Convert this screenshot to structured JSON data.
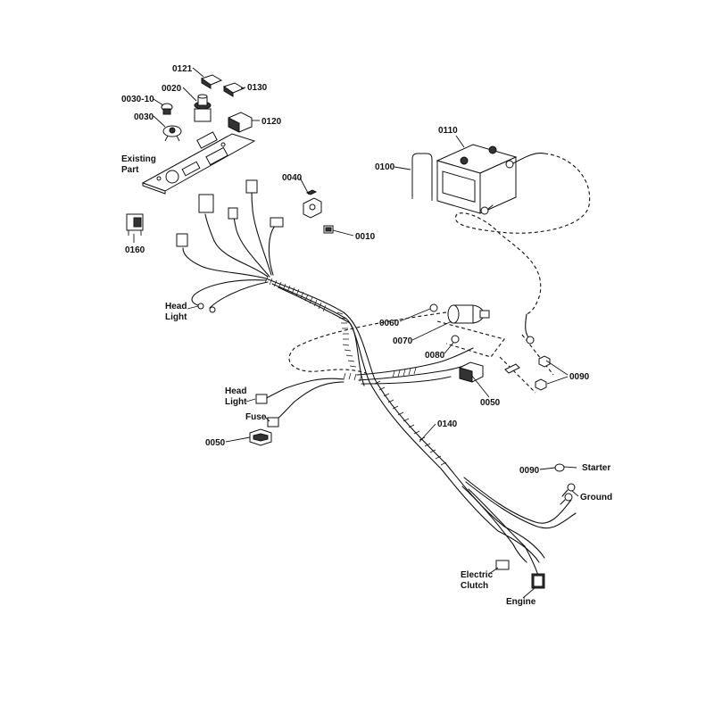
{
  "labels": {
    "p0121": "0121",
    "p0020": "0020",
    "p0130": "0130",
    "p0030_10": "0030-10",
    "p0030": "0030",
    "p0120": "0120",
    "existing_part": "Existing\nPart",
    "p0040": "0040",
    "p0010": "0010",
    "p0160": "0160",
    "head_light_top": "Head\nLight",
    "p0110": "0110",
    "p0100": "0100",
    "p0060": "0060",
    "p0070": "0070",
    "p0080": "0080",
    "p0090_a": "0090",
    "p0050_a": "0050",
    "head_light_bottom": "Head\nLight",
    "fuse": "Fuse",
    "p0050_b": "0050",
    "p0140": "0140",
    "p0090_b": "0090",
    "starter": "Starter",
    "ground": "Ground",
    "electric_clutch": "Electric\nClutch",
    "engine": "Engine"
  }
}
